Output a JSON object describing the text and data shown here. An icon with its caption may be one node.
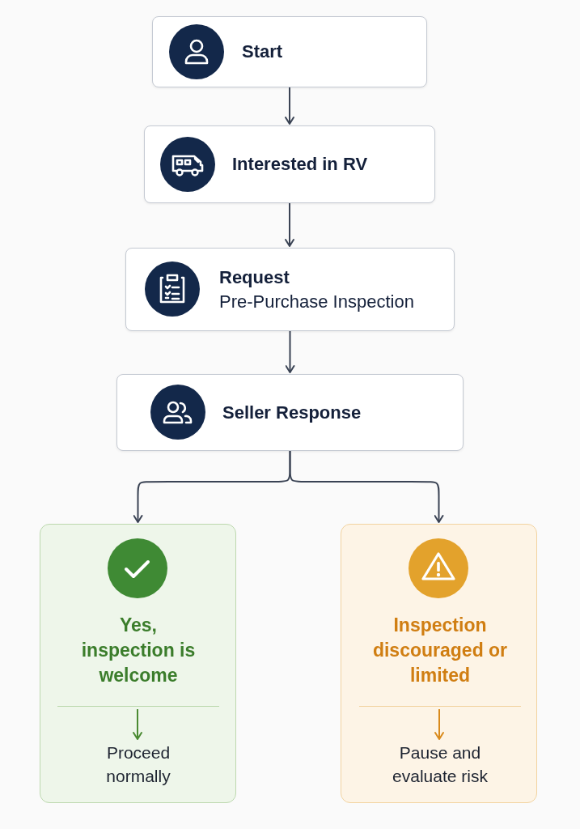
{
  "diagram": {
    "nodes": [
      {
        "text": [
          "Start"
        ]
      },
      {
        "text": [
          "Interested in RV"
        ]
      },
      {
        "text": [
          "Request",
          "Pre-Purchase Inspection"
        ]
      },
      {
        "text": [
          "Seller Response"
        ]
      },
      {
        "text": [],
        "shape": "box"
      },
      {
        "text": [
          "Yes, inspection is welcome"
        ],
        "in": 4
      },
      {
        "text": [
          "Proceed normally"
        ],
        "in": 4
      },
      {
        "text": [],
        "shape": "box"
      },
      {
        "text": [
          "Inspection discouraged or limited"
        ],
        "in": 7
      },
      {
        "text": [
          "Pause and evaluate risk"
        ],
        "in": 7
      }
    ],
    "edges": [
      {
        "from": 0,
        "to": 1,
        "arrow": "to"
      },
      {
        "from": 1,
        "to": 2,
        "arrow": "to"
      },
      {
        "from": 2,
        "to": 3,
        "arrow": "to"
      },
      {
        "from": 3,
        "to": 4,
        "arrow": "to"
      },
      {
        "from": 3,
        "to": 7,
        "arrow": "to"
      },
      {
        "from": 5,
        "to": 6,
        "arrow": "to",
        "color": "#4a8a32"
      },
      {
        "from": 8,
        "to": 9,
        "arrow": "to",
        "color": "#d98a1c"
      }
    ]
  }
}
